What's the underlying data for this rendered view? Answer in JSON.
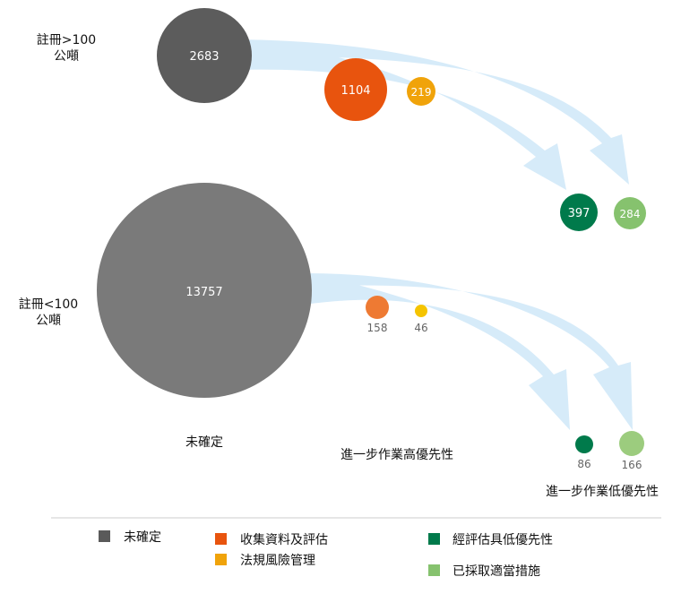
{
  "rows": [
    {
      "label_line1": "註冊>100",
      "label_line2": "公噸",
      "bubbles": [
        {
          "value": 2683,
          "category": "undetermined"
        },
        {
          "value": 1104,
          "category": "collect_data"
        },
        {
          "value": 219,
          "category": "regulatory_risk"
        },
        {
          "value": 397,
          "category": "high_priority"
        },
        {
          "value": 284,
          "category": "action_taken"
        }
      ]
    },
    {
      "label_line1": "註冊<100",
      "label_line2": "公噸",
      "bubbles": [
        {
          "value": 13757,
          "category": "undetermined"
        },
        {
          "value": 158,
          "category": "collect_data"
        },
        {
          "value": 46,
          "category": "regulatory_risk"
        },
        {
          "value": 86,
          "category": "high_priority"
        },
        {
          "value": 166,
          "category": "action_taken"
        }
      ]
    }
  ],
  "annotations": {
    "undetermined": "未確定",
    "further_high": "進一步作業高優先性",
    "further_low": "進一步作業低優先性"
  },
  "legend": [
    {
      "key": "undetermined",
      "label": "未確定",
      "color": "#5a5a5a"
    },
    {
      "key": "collect_data",
      "label": "收集資料及評估",
      "color": "#e8540e"
    },
    {
      "key": "regulatory_risk",
      "label": "法規風險管理",
      "color": "#f0a30a"
    },
    {
      "key": "high_priority",
      "label": "經評估具低優先性",
      "color": "#007a4b"
    },
    {
      "key": "action_taken",
      "label": "已採取適當措施",
      "color": "#86c26e"
    }
  ],
  "colors": {
    "arrow": "#d6ebf9",
    "divider": "#cccccc",
    "row1_undetermined": "#5c5c5c",
    "row2_undetermined": "#7a7a7a",
    "row2_collect": "#ee7a33",
    "row2_regulatory": "#f5c400"
  }
}
